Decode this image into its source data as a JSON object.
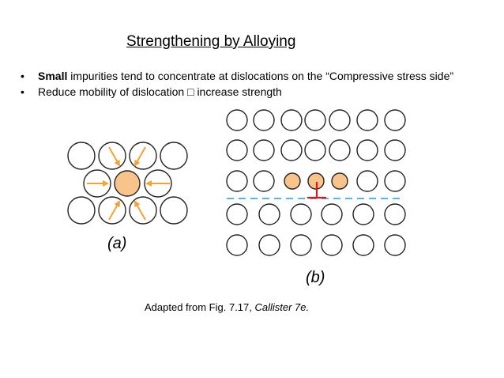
{
  "title": "Strengthening by Alloying",
  "bullets": [
    {
      "bold": "Small",
      "rest": " impurities tend to concentrate at dislocations on the “Compressive stress side”"
    },
    {
      "bold": "",
      "rest": "Reduce mobility of dislocation □ increase strength"
    }
  ],
  "labels": {
    "a": "(a)",
    "b": "(b)"
  },
  "caption": {
    "prefix": "Adapted from Fig. 7.17, ",
    "italic": "Callister 7e."
  },
  "colors": {
    "impurity": "#F8C48C",
    "arrow": "#F3A233",
    "dislocation": "#E0161B",
    "slip_plane": "#5BB4E0"
  }
}
